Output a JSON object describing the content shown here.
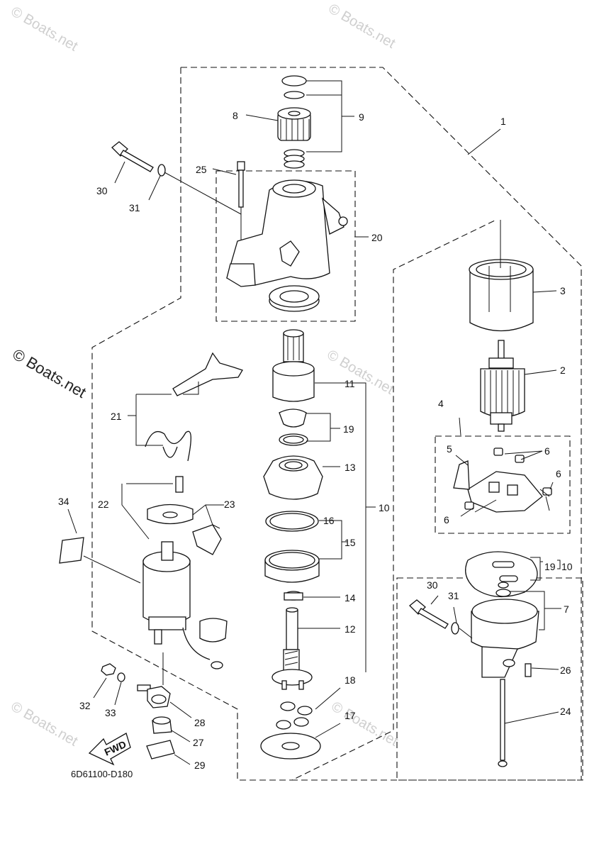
{
  "diagram": {
    "callouts": [
      "1",
      "2",
      "3",
      "4",
      "5",
      "6",
      "7",
      "8",
      "9",
      "10",
      "11",
      "12",
      "13",
      "14",
      "15",
      "16",
      "17",
      "18",
      "19",
      "20",
      "21",
      "22",
      "23",
      "24",
      "25",
      "26",
      "27",
      "28",
      "29",
      "30",
      "31",
      "32",
      "33",
      "34"
    ],
    "label_19_10": "19",
    "label_19_10b": "10",
    "fwd_label": "FWD",
    "drawing_code": "6D61100-D180"
  },
  "watermark": {
    "text": "© Boats.net",
    "colors": {
      "faint": "#cfcfcf",
      "strong": "#222222"
    }
  },
  "colors": {
    "line": "#111111",
    "background": "#ffffff"
  }
}
